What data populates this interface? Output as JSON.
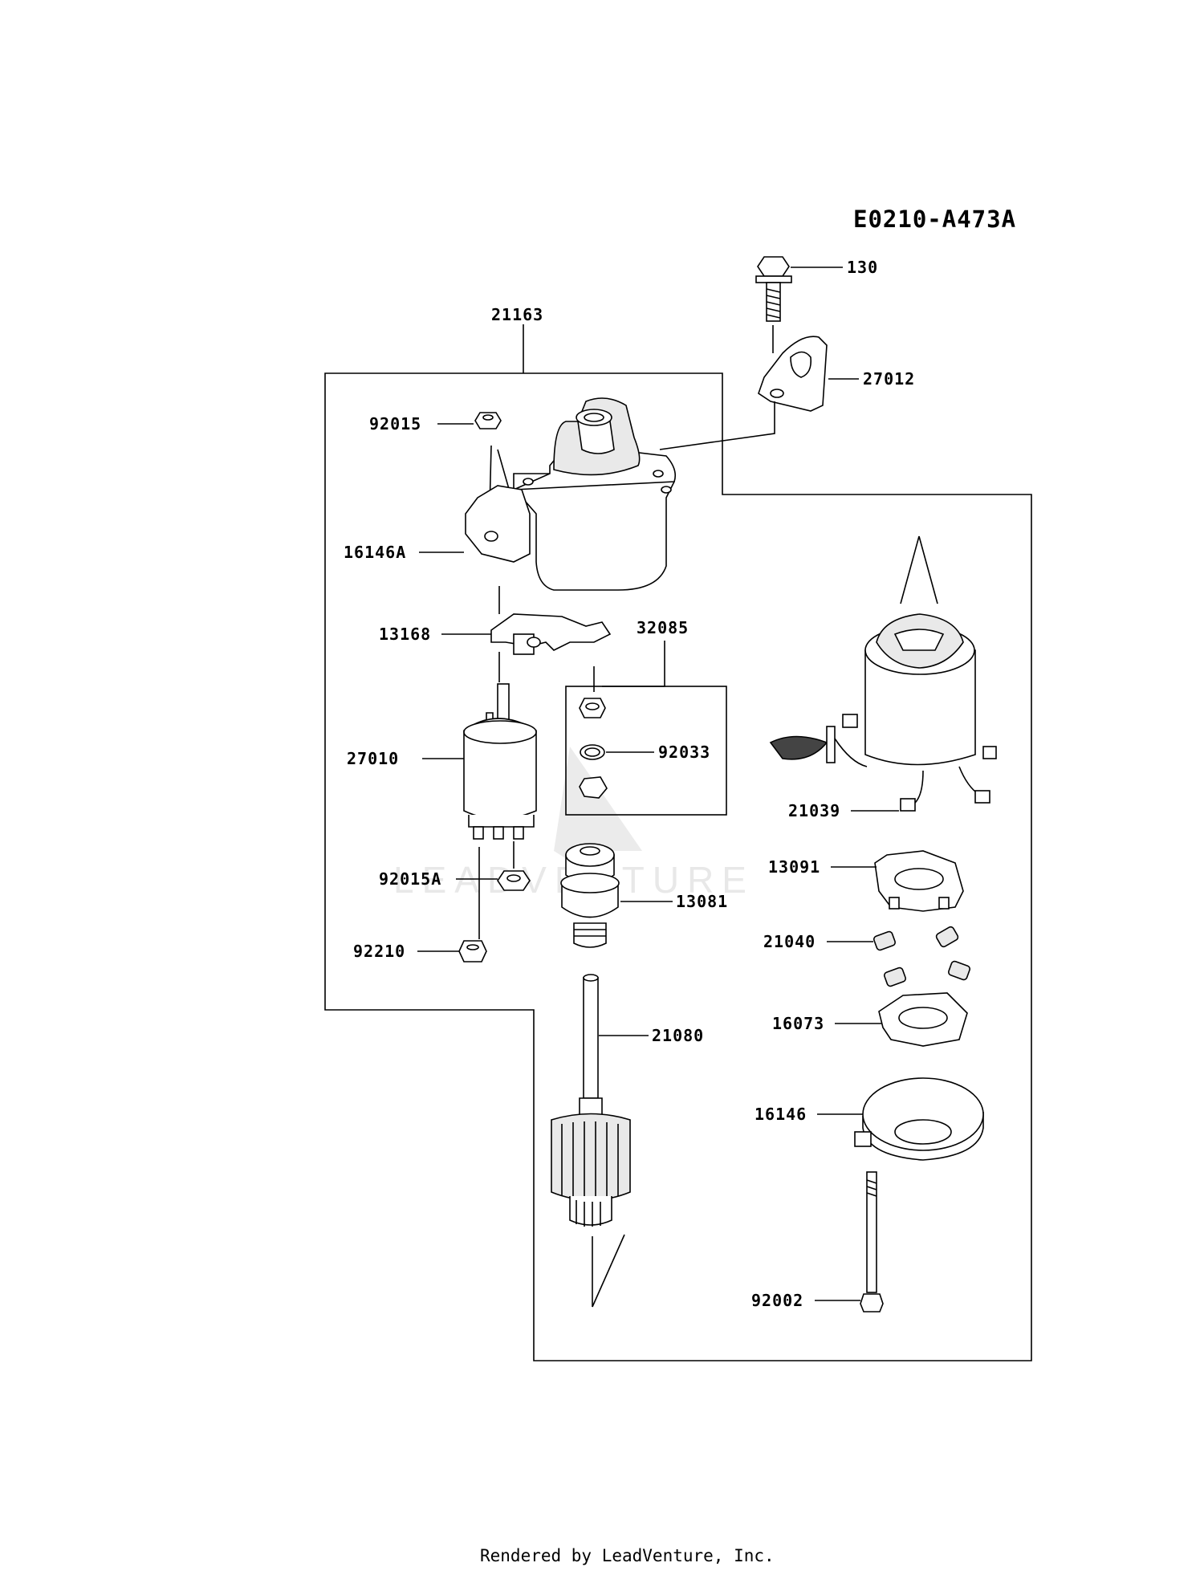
{
  "diagram_code": "E0210-A473A",
  "watermark": "LEADVENTURE",
  "footer": "Rendered by LeadVenture, Inc.",
  "callouts": {
    "p130": "130",
    "p27012": "27012",
    "p21163": "21163",
    "p92015": "92015",
    "p16146A": "16146A",
    "p13168": "13168",
    "p32085": "32085",
    "p27010": "27010",
    "p92033": "92033",
    "p21039": "21039",
    "p13091": "13091",
    "p92015A": "92015A",
    "p13081": "13081",
    "p21040": "21040",
    "p92210": "92210",
    "p16073": "16073",
    "p21080": "21080",
    "p16146": "16146",
    "p92002": "92002"
  }
}
